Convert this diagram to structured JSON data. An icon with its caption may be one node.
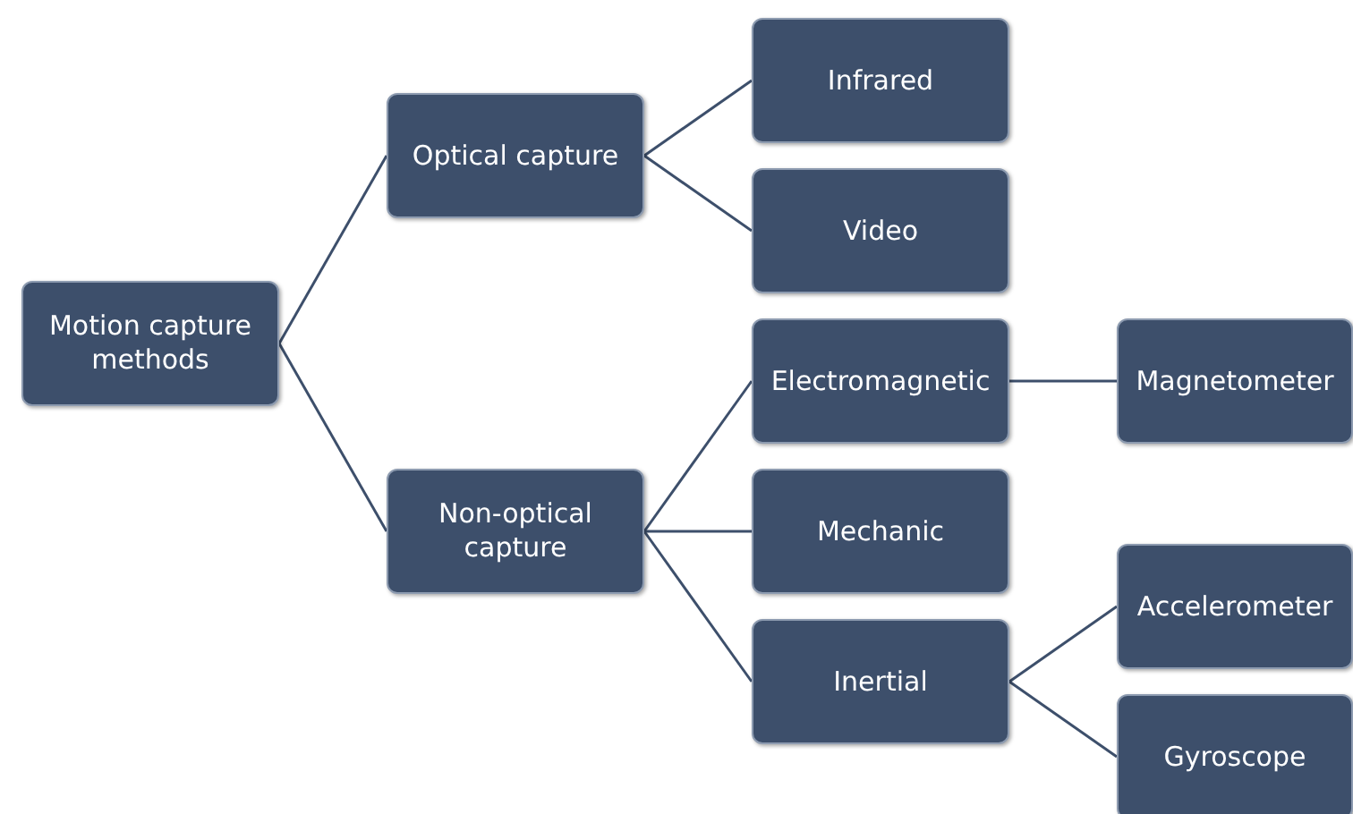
{
  "diagram": {
    "nodes": [
      {
        "text": [
          "Motion capture methods"
        ]
      },
      {
        "text": [
          "Optical capture"
        ]
      },
      {
        "text": [
          "Non-optical capture"
        ]
      },
      {
        "text": [
          "Infrared"
        ]
      },
      {
        "text": [
          "Video"
        ]
      },
      {
        "text": [
          "Electromagnetic"
        ]
      },
      {
        "text": [
          "Mechanic"
        ]
      },
      {
        "text": [
          "Inertial"
        ]
      },
      {
        "text": [
          "Magnetometer"
        ]
      },
      {
        "text": [
          "Accelerometer"
        ]
      },
      {
        "text": [
          "Gyroscope"
        ]
      }
    ],
    "edges": [
      {
        "from": 0,
        "to": 1,
        "arrow": "none"
      },
      {
        "from": 0,
        "to": 2,
        "arrow": "none"
      },
      {
        "from": 1,
        "to": 3,
        "arrow": "none"
      },
      {
        "from": 1,
        "to": 4,
        "arrow": "none"
      },
      {
        "from": 2,
        "to": 5,
        "arrow": "none"
      },
      {
        "from": 2,
        "to": 6,
        "arrow": "none"
      },
      {
        "from": 2,
        "to": 7,
        "arrow": "none"
      },
      {
        "from": 5,
        "to": 8,
        "arrow": "none"
      },
      {
        "from": 7,
        "to": 9,
        "arrow": "none"
      },
      {
        "from": 7,
        "to": 10,
        "arrow": "none"
      }
    ]
  }
}
